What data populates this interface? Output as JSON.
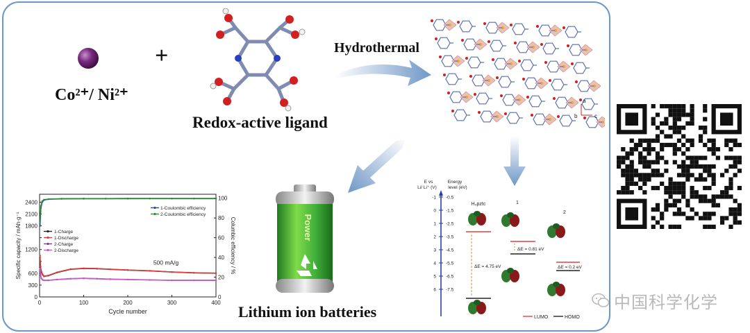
{
  "labels": {
    "ion_label": "Co²⁺/ Ni²⁺",
    "plus": "+",
    "ligand_label": "Redox-active ligand",
    "process_label": "Hydrothermal",
    "battery_label": "Lithium ion batteries",
    "battery_text": "Power",
    "axis_a": "a",
    "axis_b": "b",
    "axis_c": "c"
  },
  "colors": {
    "ion": "#5a1a5e",
    "arrow": "#6f97c6",
    "frame": "#6b97c9",
    "battery_green": "#3fae3a",
    "lumo": "#e04040"
  },
  "energy_diagram": {
    "e_vs_label": "E vs",
    "li_label": "Li/ Li⁺ (V)",
    "energy_label": "Energy",
    "level_label": "level (eV)",
    "left_ticks": [
      "-1",
      "0",
      "1",
      "2",
      "3",
      "4",
      "5",
      "6"
    ],
    "right_ticks": [
      "-0.5",
      "-1.5",
      "-2.5",
      "-3.5",
      "-4.5",
      "-5.5",
      "-6.5",
      "-7.5"
    ],
    "ligand_name": "H₄pztc",
    "gap_ligand": "ΔE = 4.75 eV",
    "gap_1": "ΔE = 0.81 eV",
    "gap_2": "ΔE = 0.2 eV",
    "mol_1": "1",
    "mol_2": "2",
    "legend_lumo": "LUMO",
    "legend_homo": "HOMO"
  },
  "chart_data": {
    "type": "line",
    "xlabel": "Cycle number",
    "ylabel": "Specific capacity / mAh·g⁻¹",
    "y2label": "Columbic efficiency / %",
    "xlim": [
      0,
      400
    ],
    "ylim": [
      0,
      2600
    ],
    "y2lim": [
      0,
      104
    ],
    "xticks": [
      0,
      100,
      200,
      300,
      400
    ],
    "yticks": [
      0,
      300,
      600,
      900,
      1200,
      1500,
      1800,
      2100,
      2400
    ],
    "ytick_labels": [
      "0",
      "300",
      "600",
      "",
      "1200",
      "",
      "1800",
      "2100",
      "2400"
    ],
    "y2ticks": [
      0,
      20,
      40,
      60,
      80,
      100
    ],
    "annotation": "500 mA/g",
    "legend_right": [
      "1-Coulombic efficiency",
      "2-Coulombic efficiency"
    ],
    "legend_left": [
      "1-Charge",
      "1-Discharge",
      "2-Charge",
      "2-Discharge"
    ],
    "series": [
      {
        "name": "1-Charge",
        "axis": "left",
        "color": "#222222",
        "x": [
          1,
          2,
          4,
          7,
          10,
          20,
          40,
          70,
          100,
          130,
          160,
          200,
          250,
          300,
          350,
          400
        ],
        "y": [
          1000,
          760,
          640,
          560,
          520,
          540,
          620,
          700,
          720,
          715,
          700,
          680,
          660,
          630,
          610,
          600
        ]
      },
      {
        "name": "1-Discharge",
        "axis": "left",
        "color": "#e03a3a",
        "x": [
          1,
          2,
          4,
          7,
          10,
          20,
          40,
          70,
          100,
          130,
          160,
          200,
          250,
          300,
          350,
          400
        ],
        "y": [
          1050,
          780,
          650,
          570,
          525,
          545,
          625,
          705,
          725,
          718,
          702,
          682,
          662,
          632,
          612,
          602
        ]
      },
      {
        "name": "2-Charge",
        "axis": "left",
        "color": "#7a3aa0",
        "x": [
          1,
          2,
          4,
          7,
          10,
          20,
          40,
          70,
          100,
          130,
          160,
          200,
          250,
          300,
          350,
          400
        ],
        "y": [
          700,
          560,
          470,
          430,
          420,
          420,
          440,
          460,
          470,
          460,
          450,
          440,
          430,
          420,
          420,
          420
        ]
      },
      {
        "name": "2-Discharge",
        "axis": "left",
        "color": "#cc55cc",
        "x": [
          1,
          2,
          4,
          7,
          10,
          20,
          40,
          70,
          100,
          130,
          160,
          200,
          250,
          300,
          350,
          400
        ],
        "y": [
          720,
          570,
          475,
          432,
          422,
          422,
          442,
          462,
          472,
          462,
          452,
          442,
          432,
          422,
          422,
          422
        ]
      },
      {
        "name": "1-Coulombic efficiency",
        "axis": "right",
        "color": "#2a4fa0",
        "x": [
          1,
          3,
          6,
          10,
          20,
          50,
          100,
          150,
          200,
          250,
          300,
          350,
          400
        ],
        "y": [
          72,
          90,
          96,
          98,
          99,
          99.5,
          99.6,
          99.6,
          99.7,
          99.7,
          99.7,
          99.7,
          99.7
        ]
      },
      {
        "name": "2-Coulombic efficiency",
        "axis": "right",
        "color": "#2a8a3a",
        "x": [
          1,
          3,
          6,
          10,
          20,
          50,
          100,
          150,
          200,
          250,
          300,
          350,
          400
        ],
        "y": [
          75,
          92,
          97,
          98.5,
          99,
          99.3,
          99.4,
          99.5,
          99.5,
          99.6,
          99.6,
          99.6,
          99.6
        ]
      }
    ]
  },
  "watermark": {
    "text": "中国科学化学"
  }
}
